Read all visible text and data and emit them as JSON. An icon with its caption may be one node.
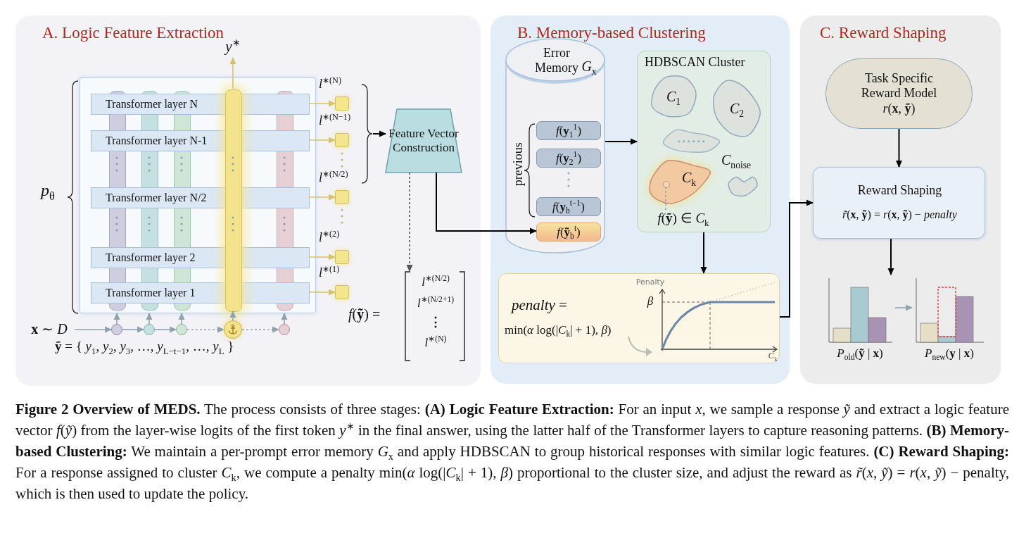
{
  "diagram": {
    "caption": "**Figure 2  Overview of MEDS.** The process consists of three stages: **(A) Logic Feature Extraction:** For an input *x*, we sample a response *ỹ* and extract a logic feature vector *f*(*ỹ*) from the layer-wise logits of the first token *y*$^{∗}$ in the final answer, using the latter half of the Transformer layers to capture reasoning patterns. **(B) Memory-based Clustering:** We maintain a per-prompt error memory *G*$_{x}$ and apply HDBSCAN to group historical responses with similar logic features. **(C) Reward Shaping:** For a response assigned to cluster *C*$_{k}$, we compute a penalty min(*α* log(|*C*$_{k}$| + 1), *β*) proportional to the cluster size, and adjust the reward as *r̃*(*x*, *ỹ*) = *r*(*x*, *ỹ*) − penalty, which is then used to update the policy.",
    "nodes": [
      {
        "text": [
          "A. Logic Feature Extraction"
        ]
      },
      {
        "text": [],
        "shape": "box",
        "in": 0,
        "beside": [
          "*p*$_{θ}$"
        ]
      },
      {
        "text": [],
        "shape": "bar",
        "in": 1
      },
      {
        "text": [
          "Transformer layer N"
        ],
        "in": 1
      },
      {
        "text": [
          "Transformer layer N-1"
        ],
        "in": 1
      },
      {
        "text": [
          "Transformer layer N/2"
        ],
        "in": 1
      },
      {
        "text": [
          "Transformer layer 2"
        ],
        "in": 1
      },
      {
        "text": [
          "Transformer layer 1"
        ],
        "in": 1
      },
      {
        "text": [
          "*y*$^{∗}$"
        ],
        "in": 0
      },
      {
        "text": [],
        "shape": "box",
        "in": 0,
        "beside": [
          "*l*$^{∗(N)}$"
        ]
      },
      {
        "text": [],
        "shape": "box",
        "in": 0,
        "beside": [
          "*l*$^{∗(N−1)}$"
        ]
      },
      {
        "text": [],
        "shape": "box",
        "in": 0,
        "beside": [
          "*l*$^{∗(N/2)}$"
        ]
      },
      {
        "text": [],
        "shape": "box",
        "in": 0,
        "beside": [
          "*l*$^{∗(2)}$"
        ]
      },
      {
        "text": [],
        "shape": "box",
        "in": 0,
        "beside": [
          "*l*$^{∗(1)}$"
        ]
      },
      {
        "text": [
          "**x** ∼ *D*"
        ],
        "in": 0
      },
      {
        "text": [],
        "shape": "circle",
        "in": 0
      },
      {
        "text": [],
        "shape": "circle",
        "in": 0
      },
      {
        "text": [],
        "shape": "circle",
        "in": 0
      },
      {
        "text": [],
        "shape": "circle",
        "in": 0
      },
      {
        "text": [],
        "shape": "circle",
        "in": 0
      },
      {
        "text": [
          "Feature Vector Construction"
        ],
        "in": 0
      },
      {
        "text": [
          "*f*(**ỹ**) =",
          "*l*$^{∗(N/2)}$",
          "*l*$^{∗(N/2+1)}$",
          "⋮",
          "*l*$^{∗(N)}$"
        ],
        "in": 0
      },
      {
        "text": [
          "B. Memory-based Clustering"
        ]
      },
      {
        "text": [
          "Error Memory",
          "*G*$_{x}$",
          "previous"
        ],
        "in": 22
      },
      {
        "text": [
          "*f*(**y**$_{1}$$^{1}$)"
        ],
        "in": 23
      },
      {
        "text": [
          "*f*(**y**$_{2}$$^{1}$)"
        ],
        "in": 23
      },
      {
        "text": [
          "*f*(**y**$_{b}$$^{t−1}$)"
        ],
        "in": 23
      },
      {
        "text": [
          "*f*(**ỹ**$_{b}$$^{t}$)"
        ],
        "in": 23
      },
      {
        "text": [
          "HDBSCAN Cluster"
        ],
        "in": 22
      },
      {
        "text": [
          "*C*$_{1}$"
        ],
        "in": 28
      },
      {
        "text": [
          "*C*$_{2}$"
        ],
        "in": 28
      },
      {
        "text": [],
        "shape": "cloud",
        "in": 28
      },
      {
        "text": [
          "*C*$_{k}$"
        ],
        "in": 28
      },
      {
        "text": [],
        "shape": "circle",
        "in": 32
      },
      {
        "text": [],
        "shape": "cloud",
        "in": 28,
        "beside": [
          "*C*$_{noise}$"
        ]
      },
      {
        "text": [
          "*f*(**ỹ**) ∈ *C*$_{k}$"
        ],
        "in": 28
      },
      {
        "text": [
          "*penalty* =",
          "min(*α* log(|*C*$_{k}$| + 1), *β*)"
        ],
        "in": 22
      },
      {
        "text": [
          "C. Reward Shaping"
        ]
      },
      {
        "text": [
          "Task Specific Reward Model",
          "*r*(**x**, **ỹ**)"
        ],
        "in": 37
      },
      {
        "text": [
          "Reward Shaping",
          "*r̃*(**x**, **ỹ**) = *r*(**x**, **ỹ**) − *penalty*"
        ],
        "in": 37
      },
      {
        "text": [
          "*P*$_{old}$(**ỹ** | **x**)"
        ],
        "in": 37
      },
      {
        "text": [
          "*P*$_{new}$(**y** | **x**)"
        ],
        "in": 37
      }
    ],
    "edges": [
      {
        "from": 2,
        "to": 8,
        "arrow": "to",
        "color": "#d6c26a"
      },
      {
        "from": 3,
        "to": 9,
        "arrow": "to",
        "color": "#d6c26a"
      },
      {
        "from": 4,
        "to": 10,
        "arrow": "to",
        "color": "#d6c26a"
      },
      {
        "from": 5,
        "to": 11,
        "arrow": "to",
        "color": "#d6c26a"
      },
      {
        "from": 6,
        "to": 12,
        "arrow": "to",
        "color": "#d6c26a"
      },
      {
        "from": 7,
        "to": 13,
        "arrow": "to",
        "color": "#d6c26a"
      },
      {
        "from": 14,
        "to": 15,
        "arrow": "to"
      },
      {
        "from": 15,
        "to": 16,
        "arrow": "to"
      },
      {
        "from": 16,
        "to": 17,
        "arrow": "to"
      },
      {
        "from": 17,
        "to": 18,
        "arrow": "to",
        "style": "dashed"
      },
      {
        "from": 18,
        "to": 19,
        "arrow": "to",
        "style": "dashed"
      },
      {
        "from": 15,
        "to": 1,
        "arrow": "to"
      },
      {
        "from": 16,
        "to": 1,
        "arrow": "to"
      },
      {
        "from": 17,
        "to": 1,
        "arrow": "to"
      },
      {
        "from": 18,
        "to": 2,
        "arrow": "to"
      },
      {
        "from": 19,
        "to": 1,
        "arrow": "to"
      },
      {
        "from": null,
        "to": 20,
        "arrow": "to",
        "color": "#000000"
      },
      {
        "from": 20,
        "to": 21,
        "arrow": "to",
        "style": "dashed",
        "color": "#555555"
      },
      {
        "from": 20,
        "to": 27,
        "arrow": "to",
        "color": "#000000"
      },
      {
        "from": 23,
        "to": 28,
        "arrow": "to",
        "color": "#000000"
      },
      {
        "from": 35,
        "to": 33,
        "arrow": "none",
        "style": "dashed"
      },
      {
        "from": 28,
        "to": 36,
        "arrow": "to",
        "color": "#000000"
      },
      {
        "from": 36,
        "to": 39,
        "arrow": "to",
        "color": "#000000"
      },
      {
        "from": 38,
        "to": 39,
        "arrow": "to",
        "color": "#000000"
      },
      {
        "from": 39,
        "to": 40,
        "arrow": "to",
        "color": "#000000"
      },
      {
        "from": 40,
        "to": 41,
        "arrow": "to"
      }
    ],
    "labels": [
      "**ỹ** = { *y*$_{1}$, *y*$_{2}$, *y*$_{3}$, …, *y*$_{L−t−1}$, …, *y*$_{L}$ }",
      "Penalty",
      "*β*",
      "*C*$_{k}$"
    ]
  }
}
